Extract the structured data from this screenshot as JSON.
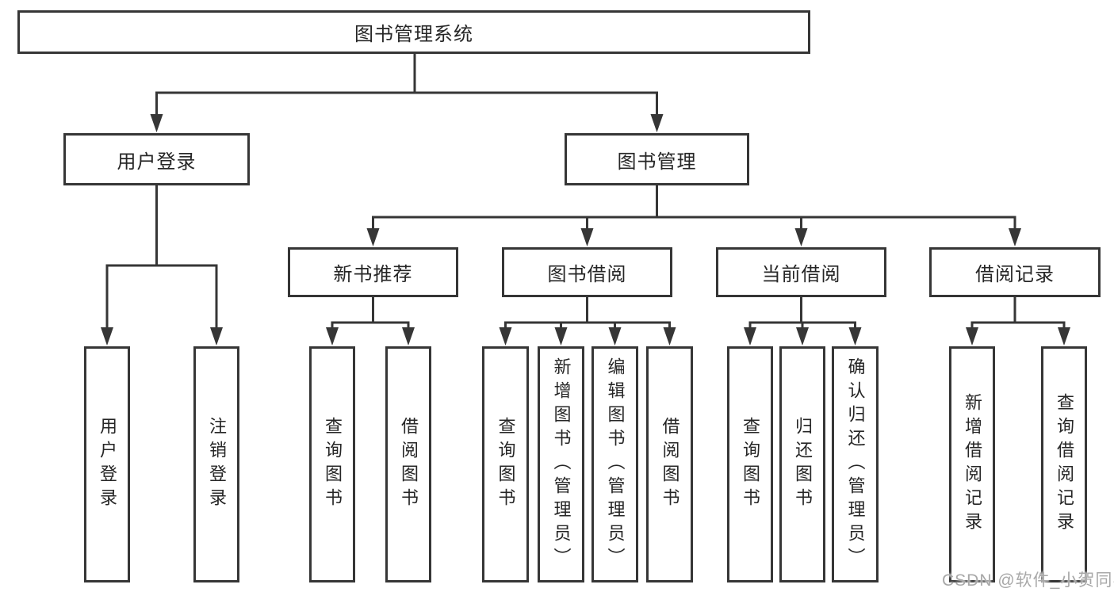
{
  "tree": {
    "root": {
      "label": "图书管理系统"
    },
    "branches": [
      {
        "label": "用户登录",
        "children": [
          {
            "label": "用户登录"
          },
          {
            "label": "注销登录"
          }
        ]
      },
      {
        "label": "图书管理",
        "children": [
          {
            "label": "新书推荐",
            "children": [
              {
                "label": "查询图书"
              },
              {
                "label": "借阅图书"
              }
            ]
          },
          {
            "label": "图书借阅",
            "children": [
              {
                "label": "查询图书"
              },
              {
                "label": "新增图书（管理员）"
              },
              {
                "label": "编辑图书（管理员）"
              },
              {
                "label": "借阅图书"
              }
            ]
          },
          {
            "label": "当前借阅",
            "children": [
              {
                "label": "查询图书"
              },
              {
                "label": "归还图书"
              },
              {
                "label": "确认归还（管理员）"
              }
            ]
          },
          {
            "label": "借阅记录",
            "children": [
              {
                "label": "新增借阅记录"
              },
              {
                "label": "查询借阅记录"
              }
            ]
          }
        ]
      }
    ]
  },
  "watermark": "CSDN @软件_小贺同学",
  "colors": {
    "line": "#363636",
    "box_border": "#363636",
    "text": "#262626",
    "watermark": "#a8a8a8",
    "background": "#ffffff"
  }
}
